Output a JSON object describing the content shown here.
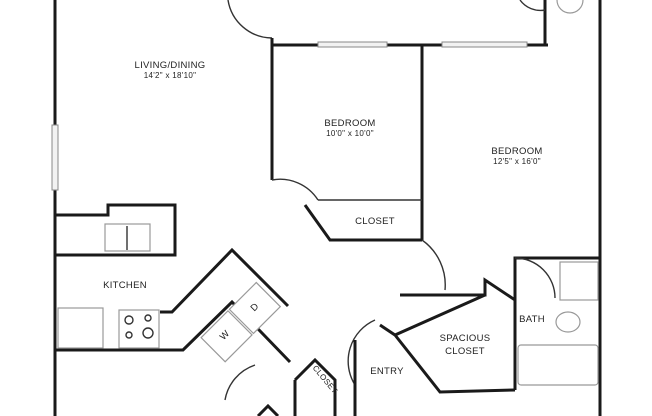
{
  "rooms": {
    "living": {
      "name": "LIVING/DINING",
      "dims": "14'2\" x 18'10\""
    },
    "bedroom1": {
      "name": "BEDROOM",
      "dims": "10'0\" x 10'0\""
    },
    "bedroom2": {
      "name": "BEDROOM",
      "dims": "12'5\" x 16'0\""
    },
    "closet1": {
      "name": "CLOSET"
    },
    "kitchen": {
      "name": "KITCHEN"
    },
    "spacious_closet": {
      "name": "SPACIOUS\nCLOSET",
      "line1": "SPACIOUS",
      "line2": "CLOSET"
    },
    "bath": {
      "name": "BATH"
    },
    "entry": {
      "name": "ENTRY"
    },
    "closet2": {
      "name": "CLOSET"
    }
  },
  "appliances": {
    "washer": "W",
    "dryer": "D"
  }
}
